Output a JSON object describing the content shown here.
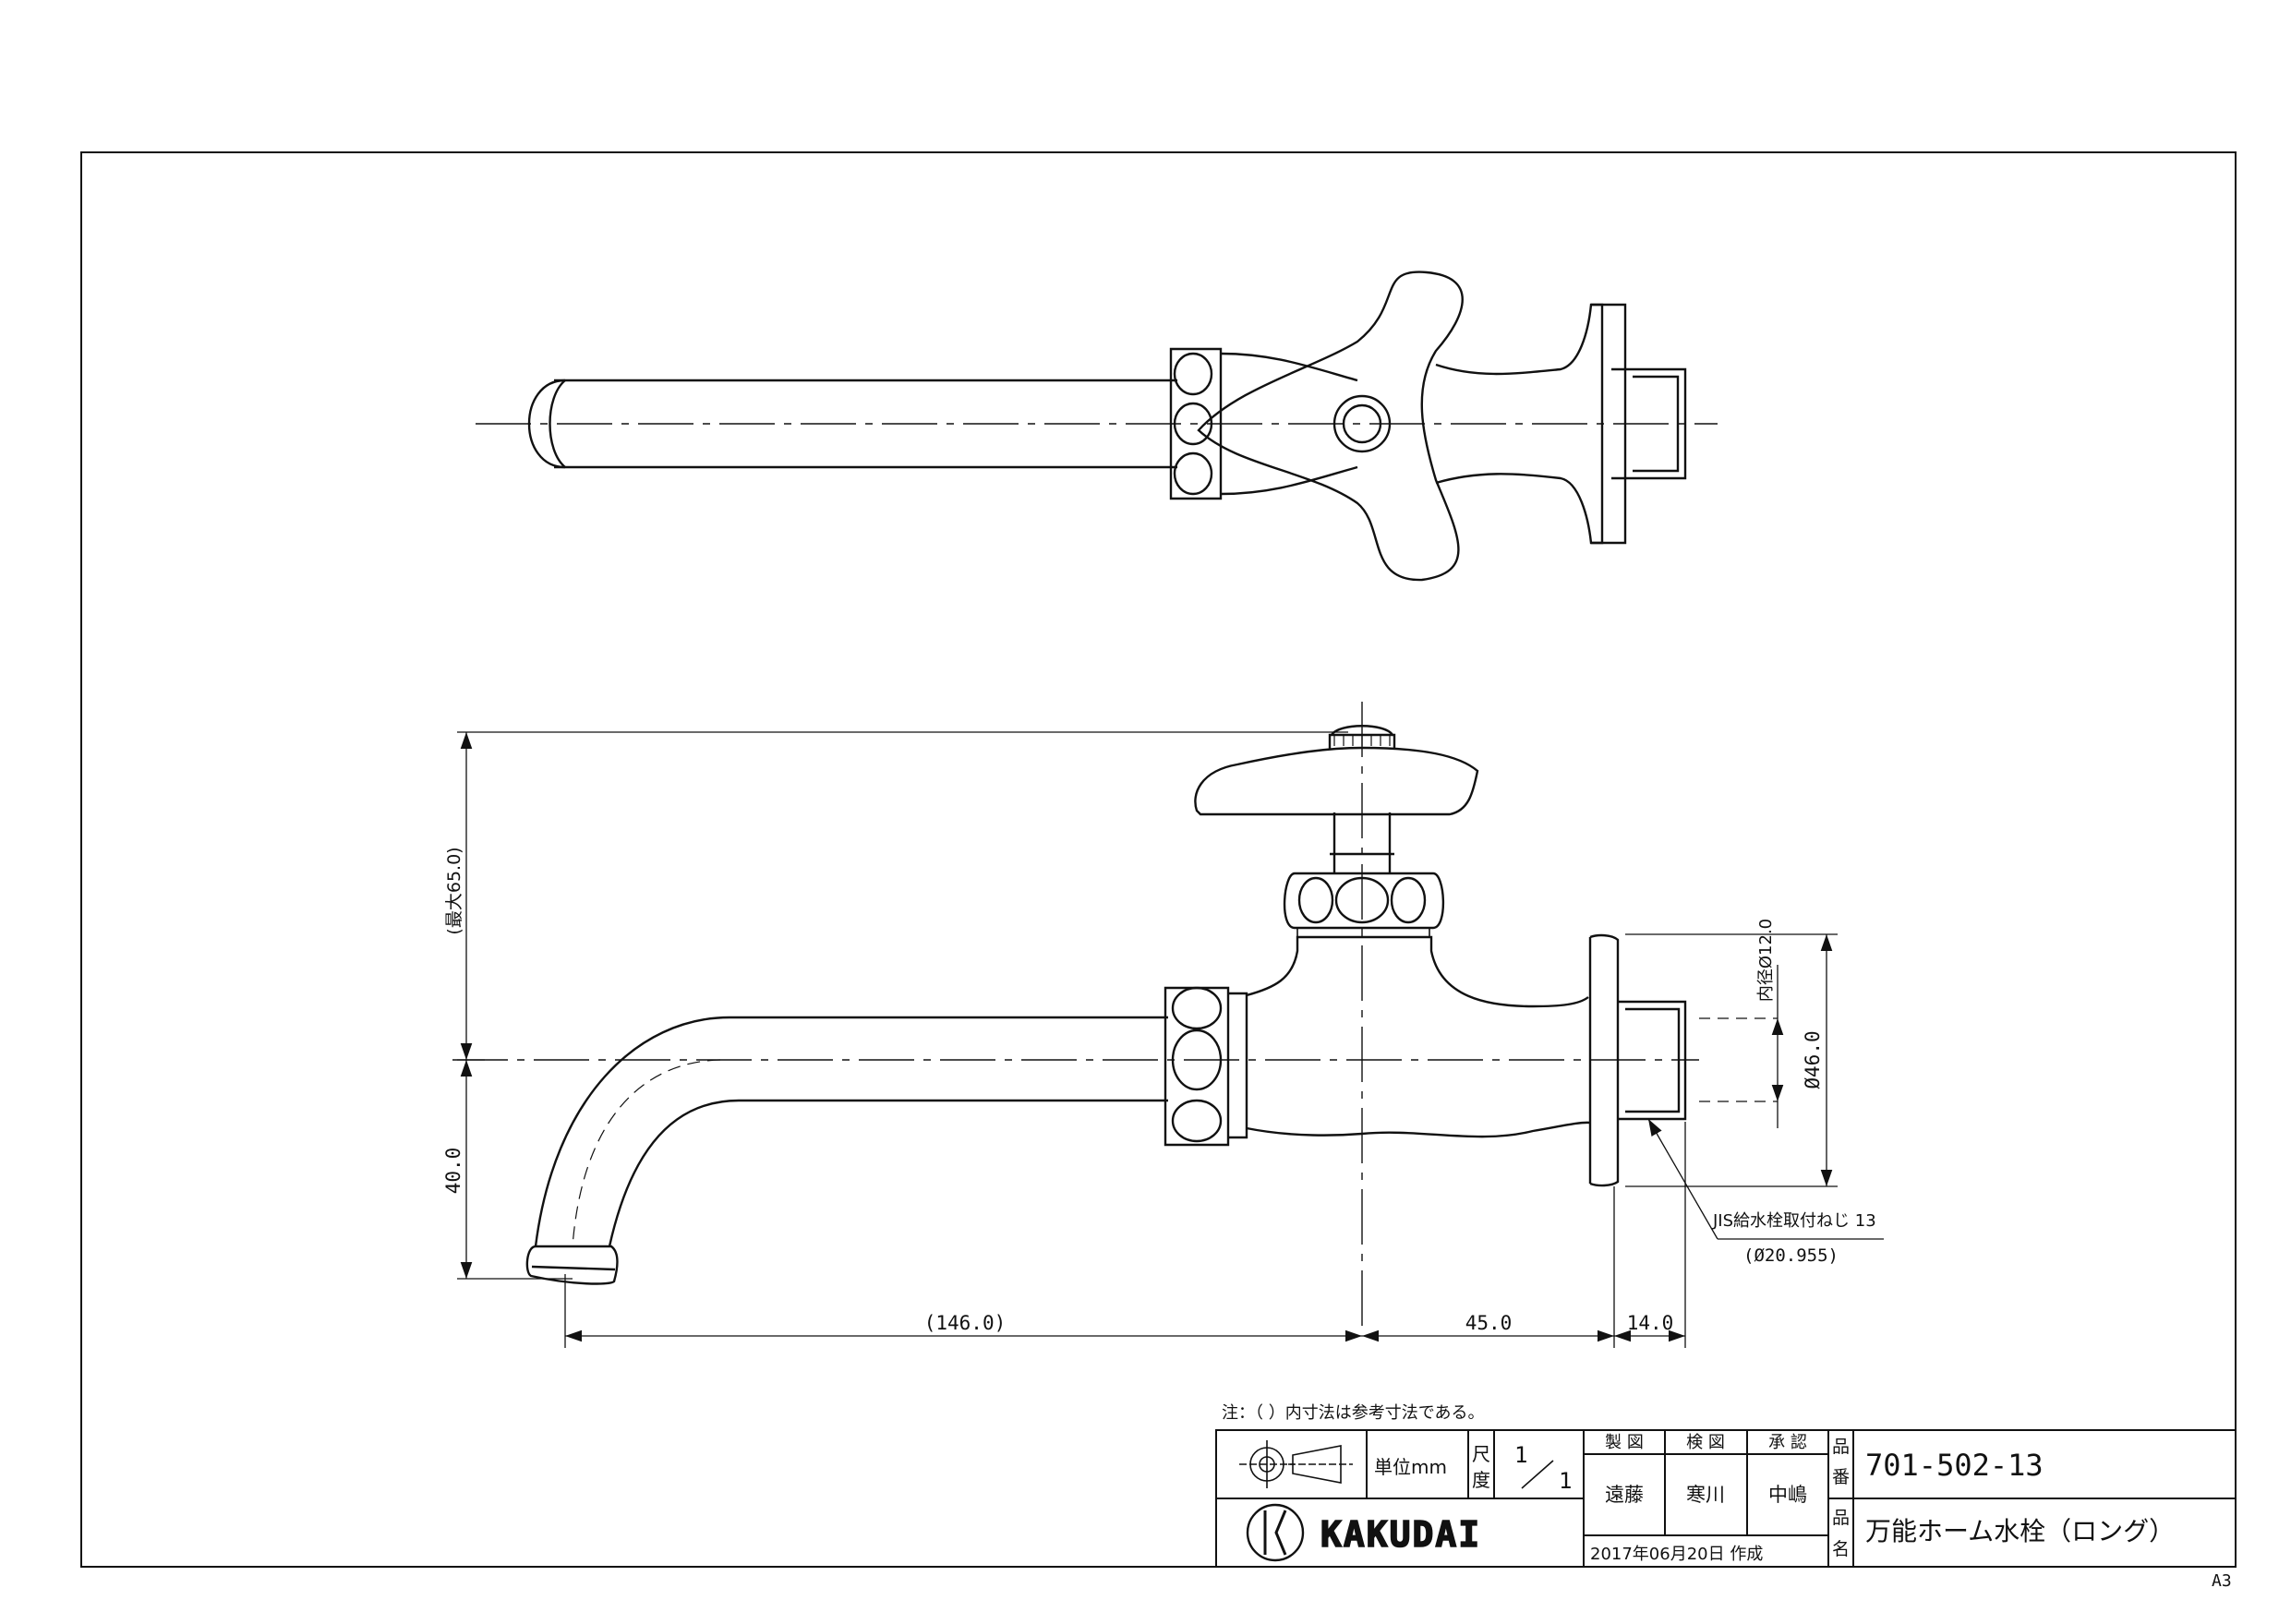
{
  "sheet_size": "A3",
  "note": "注：（ ）内寸法は参考寸法である。",
  "dimensions": {
    "height_max": "(最大65.0)",
    "drop": "40.0",
    "reach": "(146.0)",
    "center_to_flange": "45.0",
    "thread_length": "14.0",
    "inner_diameter": "内径Ø12.0",
    "flange_diameter": "Ø46.0"
  },
  "callout": {
    "thread_spec": "JIS給水栓取付ねじ 13",
    "thread_diameter": "(Ø20.955)"
  },
  "title_block": {
    "unit_label": "単位mm",
    "scale_label_1": "尺",
    "scale_label_2": "度",
    "scale_num": "1",
    "scale_den": "1",
    "drawn_label": "製 図",
    "checked_label": "検 図",
    "approved_label": "承 認",
    "drawn_by": "遠藤",
    "checked_by": "寒川",
    "approved_by": "中嶋",
    "date": "2017年06月20日 作成",
    "part_no_label_1": "品",
    "part_no_label_2": "番",
    "part_no": "701-502-13",
    "name_label_1": "品",
    "name_label_2": "名",
    "part_name": "万能ホーム水栓（ロング）",
    "brand": "KAKUDAI"
  }
}
